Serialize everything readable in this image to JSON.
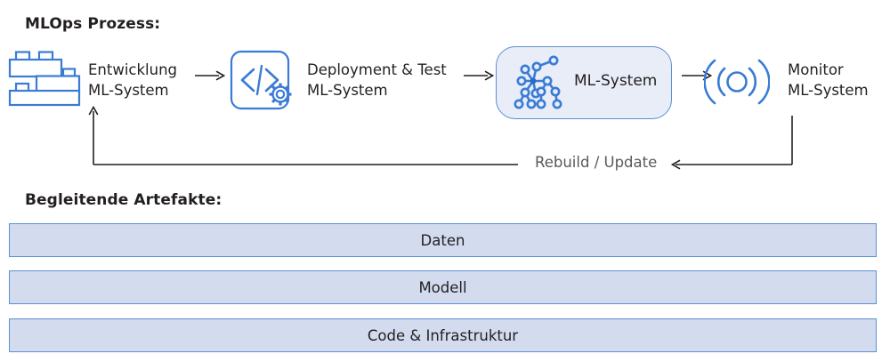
{
  "diagram": {
    "sections": {
      "process_title": "MLOps Prozess:",
      "artifacts_title": "Begleitende Artefakte:"
    },
    "steps": [
      {
        "icon": "lego-bricks-icon",
        "label_line1": "Entwicklung",
        "label_line2": "ML-System"
      },
      {
        "icon": "code-gear-icon",
        "label_line1": "Deployment & Test",
        "label_line2": "ML-System"
      },
      {
        "icon": "network-graph-icon",
        "label": "ML-System"
      },
      {
        "icon": "signal-broadcast-icon",
        "label_line1": "Monitor",
        "label_line2": "ML-System"
      }
    ],
    "feedback": {
      "label": "Rebuild / Update"
    },
    "artifacts": [
      {
        "label": "Daten"
      },
      {
        "label": "Modell"
      },
      {
        "label": "Code & Infrastruktur"
      }
    ],
    "colors": {
      "accent_blue": "#3a7bd5",
      "border_blue": "#5b8fd4",
      "bar_fill": "#d3dcef",
      "box_fill": "#e8edf8",
      "text_dark": "#231f20",
      "text_grey": "#58595b"
    }
  }
}
